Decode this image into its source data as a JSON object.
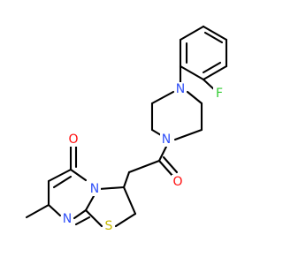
{
  "molecule": {
    "atoms": [
      {
        "id": "F",
        "element": "F",
        "label": "F",
        "color": "#33cc33"
      },
      {
        "id": "N1",
        "element": "N",
        "label": "N",
        "color": "#3050f8"
      },
      {
        "id": "N2",
        "element": "N",
        "label": "N",
        "color": "#3050f8"
      },
      {
        "id": "O1",
        "element": "O",
        "label": "O",
        "color": "#ff0d0d"
      },
      {
        "id": "O2",
        "element": "O",
        "label": "O",
        "color": "#ff0d0d"
      },
      {
        "id": "N3",
        "element": "N",
        "label": "N",
        "color": "#3050f8"
      },
      {
        "id": "N4",
        "element": "N",
        "label": "N",
        "color": "#3050f8"
      },
      {
        "id": "S",
        "element": "S",
        "label": "S",
        "color": "#c6b800"
      }
    ],
    "bond_color": "#000000"
  }
}
